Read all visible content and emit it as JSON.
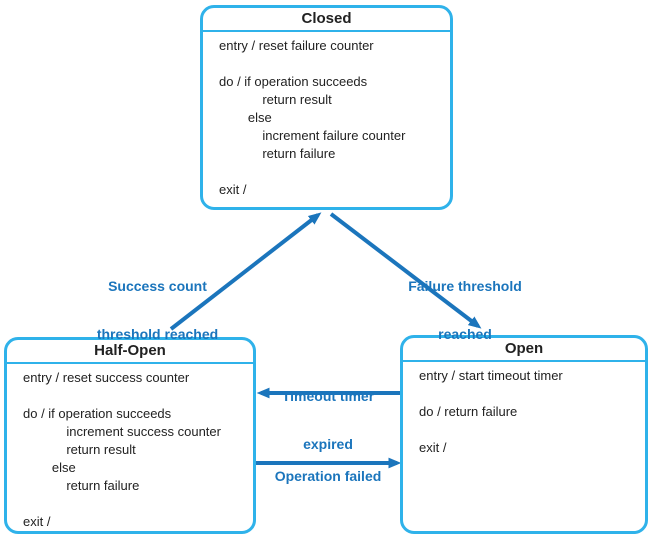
{
  "colors": {
    "box_border": "#2FB2EA",
    "arrow": "#1B75BC",
    "label_text": "#1B75BC",
    "body_text": "#222222",
    "background": "#FFFFFF"
  },
  "states": [
    {
      "title": "Closed",
      "lines": [
        "entry / reset failure counter",
        "",
        "do / if operation succeeds",
        "            return result",
        "        else",
        "            increment failure counter",
        "            return failure",
        "",
        "exit /"
      ]
    },
    {
      "title": "Half-Open",
      "lines": [
        "entry / reset success counter",
        "",
        "do / if operation succeeds",
        "            increment success counter",
        "            return result",
        "        else",
        "            return failure",
        "",
        "exit /"
      ]
    },
    {
      "title": "Open",
      "lines": [
        "entry / start timeout timer",
        "",
        "do / return failure",
        "",
        "exit /"
      ]
    }
  ],
  "transitions": [
    {
      "name": "success-count-threshold-reached",
      "from": "Half-Open",
      "to": "Closed",
      "label_lines": [
        "Success count",
        "threshold reached"
      ]
    },
    {
      "name": "failure-threshold-reached",
      "from": "Closed",
      "to": "Open",
      "label_lines": [
        "Failure threshold",
        "reached"
      ]
    },
    {
      "name": "timeout-timer-expired",
      "from": "Open",
      "to": "Half-Open",
      "label_lines": [
        "Timeout timer",
        "expired"
      ]
    },
    {
      "name": "operation-failed",
      "from": "Half-Open",
      "to": "Open",
      "label_lines": [
        "Operation failed"
      ]
    }
  ]
}
